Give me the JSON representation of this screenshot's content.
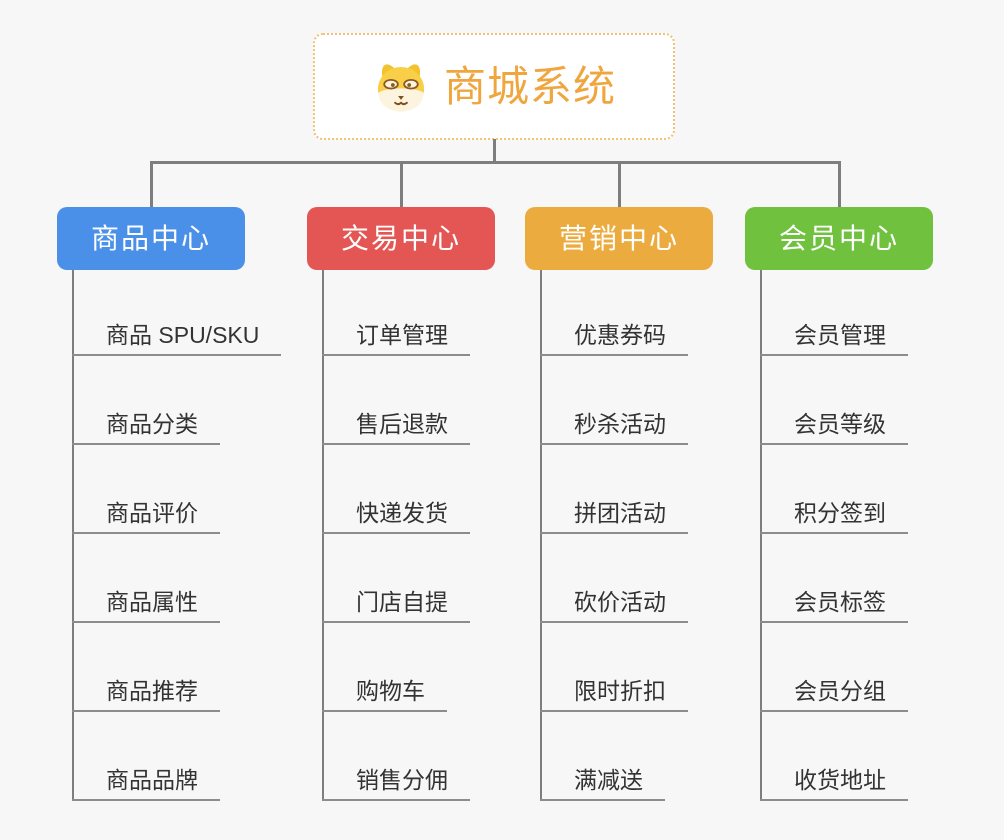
{
  "canvas": {
    "background": "#f7f7f7",
    "connector_color": "#7e7e7e",
    "underline_color": "#8c8c8c",
    "item_text_color": "#333333"
  },
  "root": {
    "label": "商城系统",
    "color": "#f0a63e",
    "border_color": "#f2c077",
    "icon": "doge-face-icon"
  },
  "branches": [
    {
      "id": "product",
      "label": "商品中心",
      "color": "#4a90e8",
      "items": [
        "商品 SPU/SKU",
        "商品分类",
        "商品评价",
        "商品属性",
        "商品推荐",
        "商品品牌"
      ]
    },
    {
      "id": "trade",
      "label": "交易中心",
      "color": "#e45654",
      "items": [
        "订单管理",
        "售后退款",
        "快递发货",
        "门店自提",
        "购物车",
        "销售分佣"
      ]
    },
    {
      "id": "marketing",
      "label": "营销中心",
      "color": "#ecab3f",
      "items": [
        "优惠券码",
        "秒杀活动",
        "拼团活动",
        "砍价活动",
        "限时折扣",
        "满减送"
      ]
    },
    {
      "id": "member",
      "label": "会员中心",
      "color": "#6fc13e",
      "items": [
        "会员管理",
        "会员等级",
        "积分签到",
        "会员标签",
        "会员分组",
        "收货地址"
      ]
    }
  ]
}
